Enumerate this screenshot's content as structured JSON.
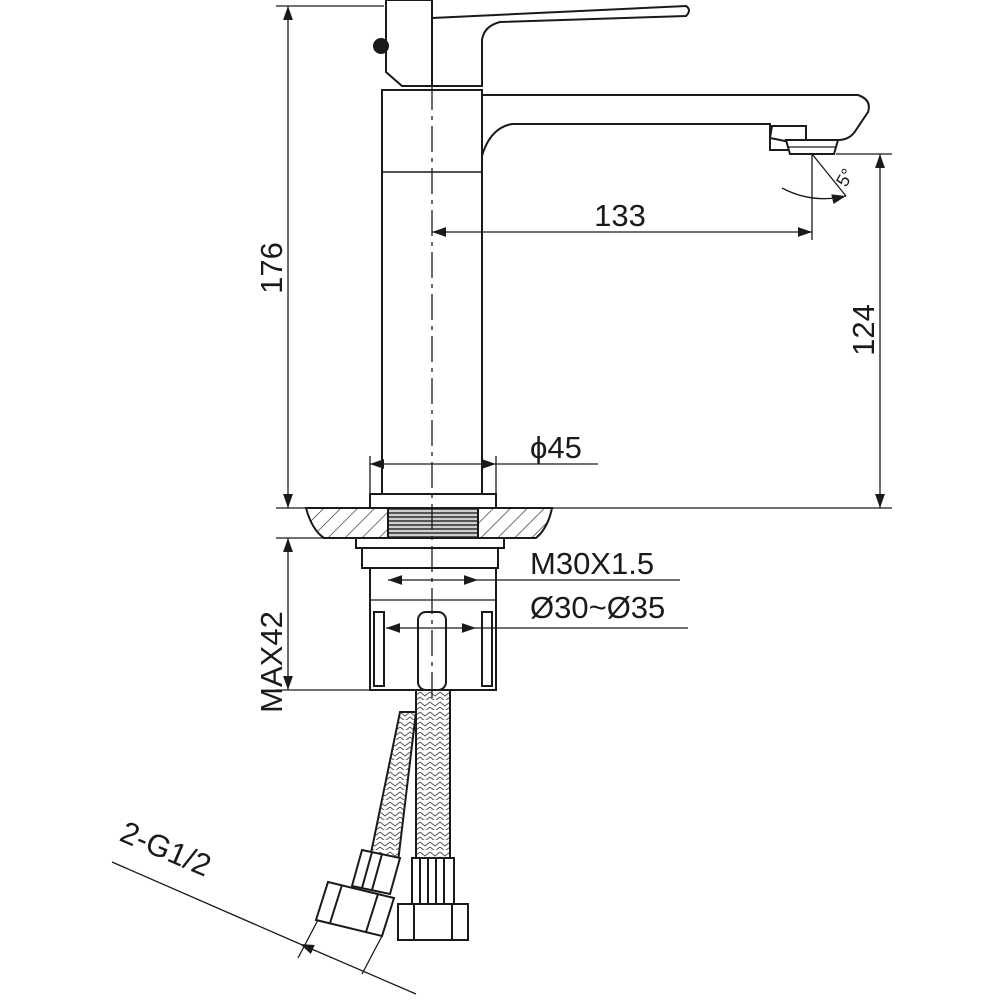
{
  "dimensions": {
    "total_height": "176",
    "spout_reach": "133",
    "spout_height": "124",
    "base_diameter": "ϕ45",
    "spout_angle": "5°",
    "thread": "M30X1.5",
    "hole_range": "Ø30~Ø35",
    "max_deck": "MAX42",
    "hose_connection": "2-G1/2"
  },
  "colors": {
    "line": "#1a1a1a",
    "background": "#ffffff"
  }
}
